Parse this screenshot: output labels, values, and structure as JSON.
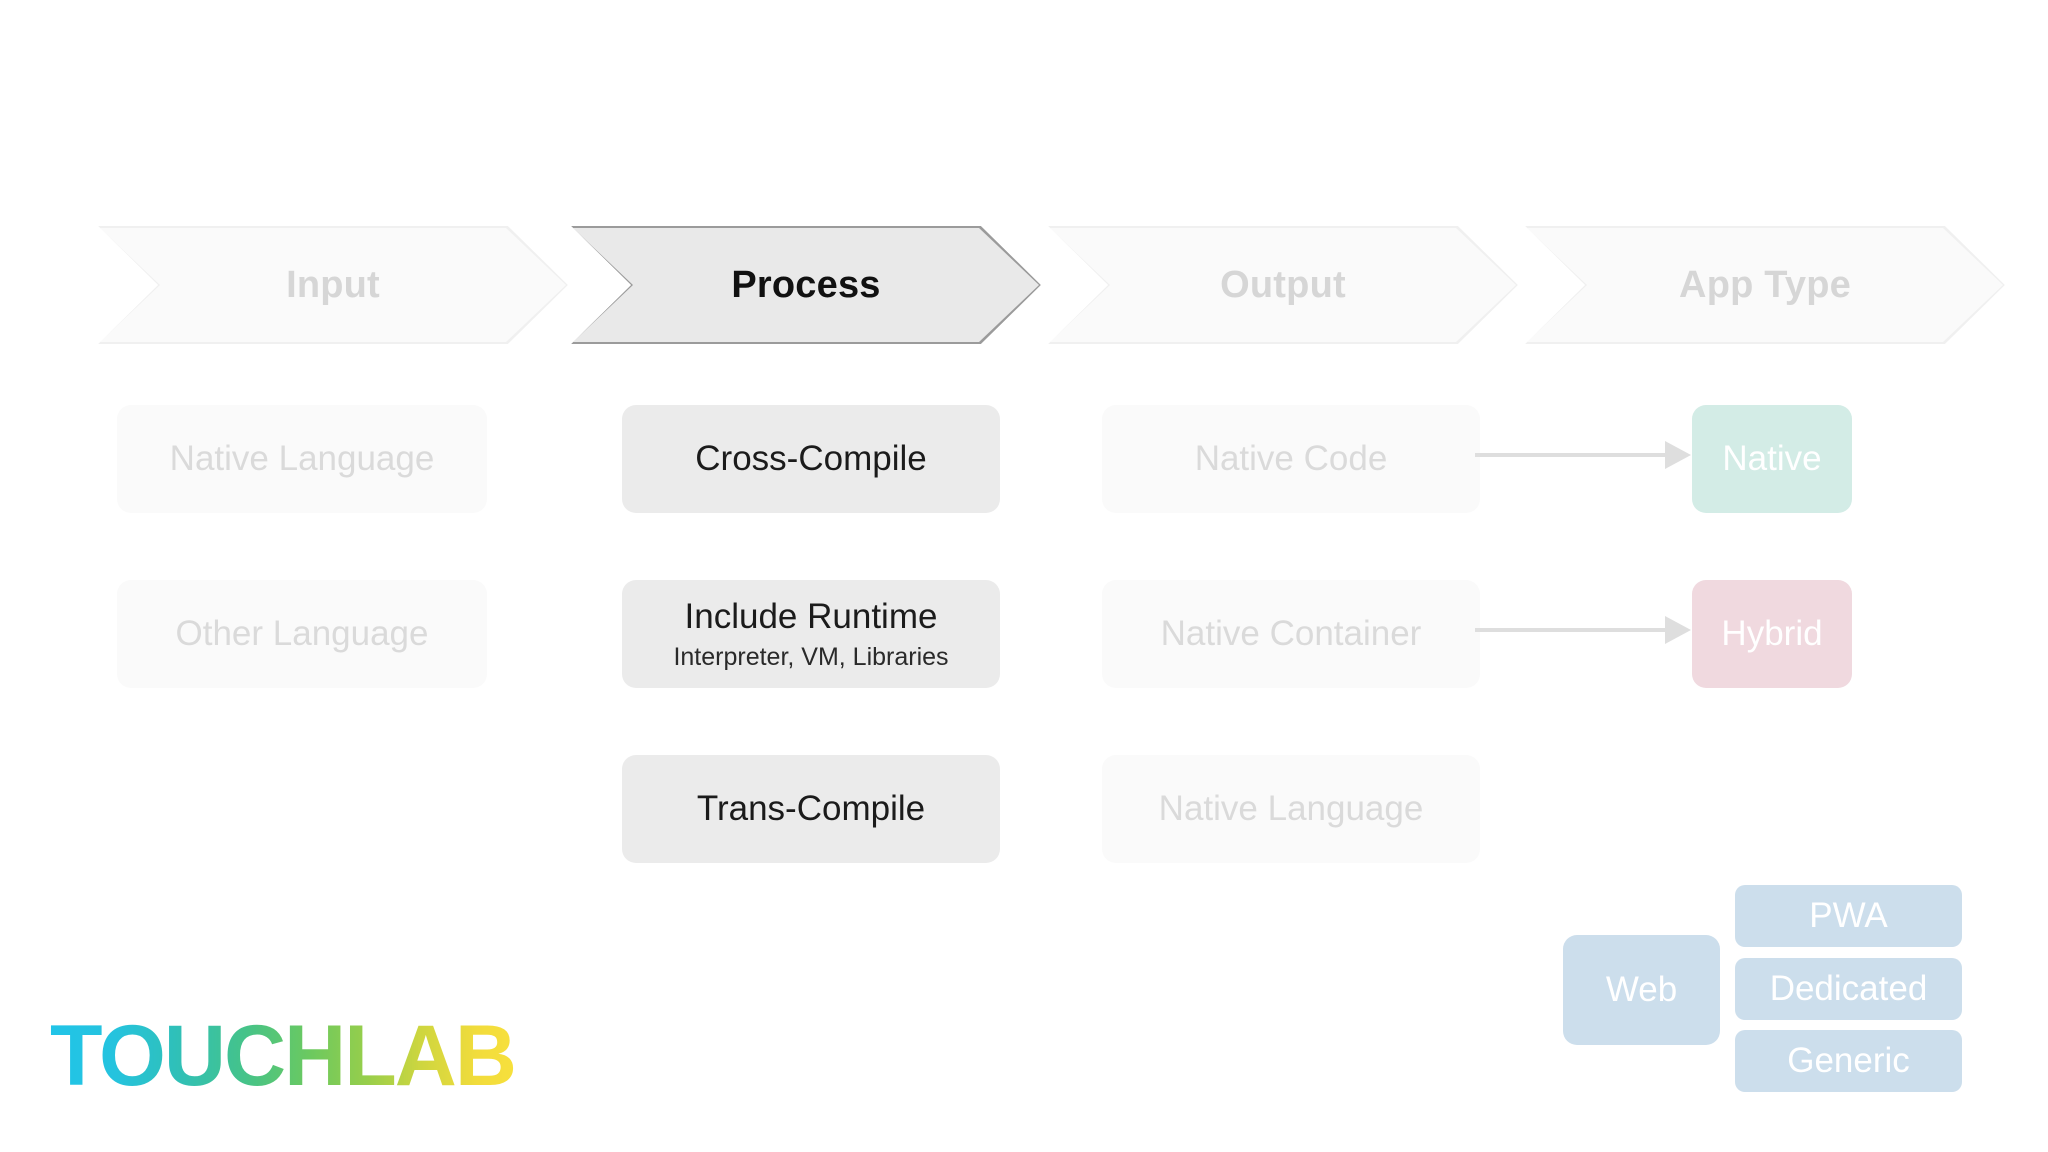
{
  "slide": {
    "background_color": "#ffffff",
    "brand": {
      "wordmark": "TOUCHLAB",
      "gradient_from": "#21c4e8",
      "gradient_mid": "#7ac943",
      "gradient_to": "#f7e03c"
    }
  },
  "palette": {
    "active_header_border": "#9b9b9b",
    "active_header_fill": "#e9e9e9",
    "dim_header_fill": "#fafafa",
    "dim_header_border": "#f0f0f0",
    "active_node_fill": "#ebebeb",
    "dim_node_fill": "#fafafa",
    "dim_text": "#dadada",
    "active_text": "#1b1b1b",
    "arrow": "#dedede",
    "native_tint": "#d3ece6",
    "hybrid_tint": "#f0d9df",
    "web_tint": "#ccdeec"
  },
  "headers": [
    {
      "label": "Input",
      "state": "dim"
    },
    {
      "label": "Process",
      "state": "active"
    },
    {
      "label": "Output",
      "state": "dim"
    },
    {
      "label": "App Type",
      "state": "dim"
    }
  ],
  "input_column": [
    {
      "label": "Native Language",
      "state": "dim"
    },
    {
      "label": "Other Language",
      "state": "dim"
    }
  ],
  "process_column": [
    {
      "label": "Cross-Compile",
      "sublabel": "",
      "state": "active"
    },
    {
      "label": "Include Runtime",
      "sublabel": "Interpreter, VM, Libraries",
      "state": "active"
    },
    {
      "label": "Trans-Compile",
      "sublabel": "",
      "state": "active"
    }
  ],
  "output_column": [
    {
      "label": "Native Code",
      "state": "dim"
    },
    {
      "label": "Native Container",
      "state": "dim"
    },
    {
      "label": "Native Language",
      "state": "dim"
    }
  ],
  "app_type_column": [
    {
      "label": "Native",
      "tint": "#d3ece6"
    },
    {
      "label": "Hybrid",
      "tint": "#f0d9df"
    }
  ],
  "web_cluster": {
    "parent": {
      "label": "Web",
      "tint": "#ccdeec"
    },
    "children": [
      {
        "label": "PWA",
        "tint": "#ccdeec"
      },
      {
        "label": "Dedicated",
        "tint": "#ccdeec"
      },
      {
        "label": "Generic",
        "tint": "#ccdeec"
      }
    ]
  },
  "connectors": [
    {
      "name": "native-code-to-native",
      "label": ""
    },
    {
      "name": "native-container-to-hybrid",
      "label": ""
    }
  ]
}
